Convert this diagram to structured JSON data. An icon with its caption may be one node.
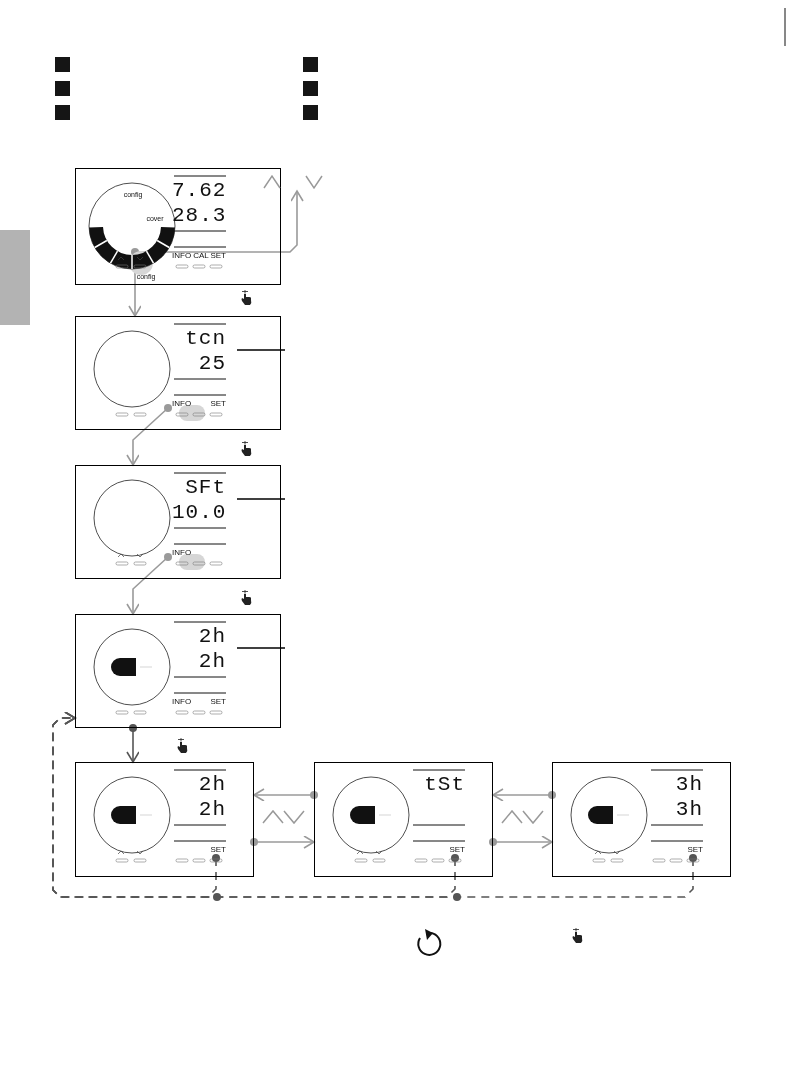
{
  "diagram": {
    "nodes": [
      {
        "text": [
          "config",
          "cover",
          "7.62",
          "28.3",
          "INFO",
          "CAL",
          "SET",
          "config"
        ]
      },
      {
        "text": [
          "tcn",
          "25",
          "INFO",
          "SET"
        ]
      },
      {
        "text": [
          "SFt",
          "10.0",
          "INFO"
        ]
      },
      {
        "text": [
          "2h",
          "2h",
          "INFO",
          "SET"
        ]
      },
      {
        "text": [
          "2h",
          "2h",
          "SET"
        ]
      },
      {
        "text": [
          "tSt",
          "SET"
        ]
      },
      {
        "text": [
          "3h",
          "3h",
          "SET"
        ]
      },
      {
        "text": [],
        "shape": "chevron"
      },
      {
        "text": [],
        "shape": "bar"
      }
    ],
    "edges": [
      {
        "from": 0,
        "to": 7,
        "arrow": "to"
      },
      {
        "from": 0,
        "to": 1,
        "arrow": "to"
      },
      {
        "from": 1,
        "to": 2,
        "arrow": "to"
      },
      {
        "from": 2,
        "to": 3,
        "arrow": "to"
      },
      {
        "from": 3,
        "to": 4,
        "arrow": "to",
        "color": "#555555"
      },
      {
        "from": 4,
        "to": 5,
        "arrow": "to"
      },
      {
        "from": 5,
        "to": 4,
        "arrow": "to"
      },
      {
        "from": 5,
        "to": 6,
        "arrow": "to"
      },
      {
        "from": 6,
        "to": 5,
        "arrow": "to"
      },
      {
        "from": 6,
        "to": 3,
        "arrow": "to",
        "style": "dashed",
        "color": "#555555"
      },
      {
        "from": 5,
        "to": 3,
        "arrow": "to",
        "style": "dashed",
        "color": "#555555"
      },
      {
        "from": 4,
        "to": 3,
        "arrow": "to",
        "style": "dashed",
        "color": "#555555"
      },
      {
        "from": 1,
        "to": null,
        "arrow": "none",
        "color": "#000000"
      },
      {
        "from": 2,
        "to": null,
        "arrow": "none",
        "color": "#000000"
      },
      {
        "from": 3,
        "to": null,
        "arrow": "none",
        "color": "#000000"
      }
    ]
  }
}
